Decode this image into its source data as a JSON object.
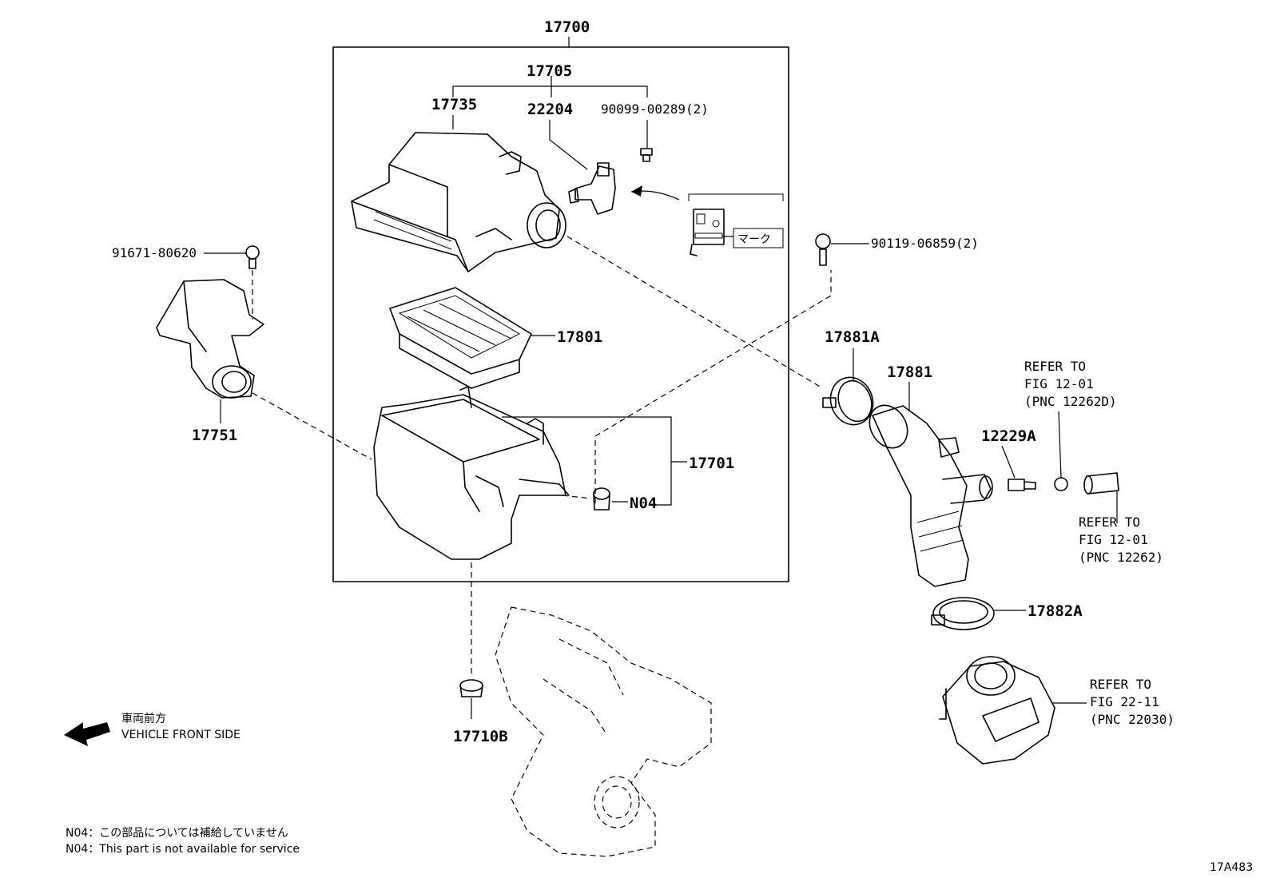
{
  "callouts": {
    "c17700": "17700",
    "c17705": "17705",
    "c17735": "17735",
    "c22204": "22204",
    "c90099": "90099-00289(2)",
    "c91671": "91671-80620",
    "c90119": "90119-06859(2)",
    "c17801": "17801",
    "c17881a": "17881A",
    "c17881": "17881",
    "c17751": "17751",
    "c17701": "17701",
    "cN04": "N04",
    "c12229a": "12229A",
    "c17882a": "17882A",
    "c17710b": "17710B"
  },
  "mark_label": "マーク",
  "refs": {
    "ref1": {
      "line1": "REFER TO",
      "line2": "FIG 12-01",
      "line3": "(PNC 12262D)"
    },
    "ref2": {
      "line1": "REFER TO",
      "line2": "FIG 12-01",
      "line3": "(PNC 12262)"
    },
    "ref3": {
      "line1": "REFER TO",
      "line2": "FIG 22-11",
      "line3": "(PNC 22030)"
    }
  },
  "front": {
    "jp": "車両前方",
    "en": "VEHICLE FRONT SIDE",
    "icon": "front-arrow-icon"
  },
  "notes": {
    "jp": "N04：この部品については補給していません",
    "en": "N04：This part is not available for service"
  },
  "figure_id": "17A483"
}
